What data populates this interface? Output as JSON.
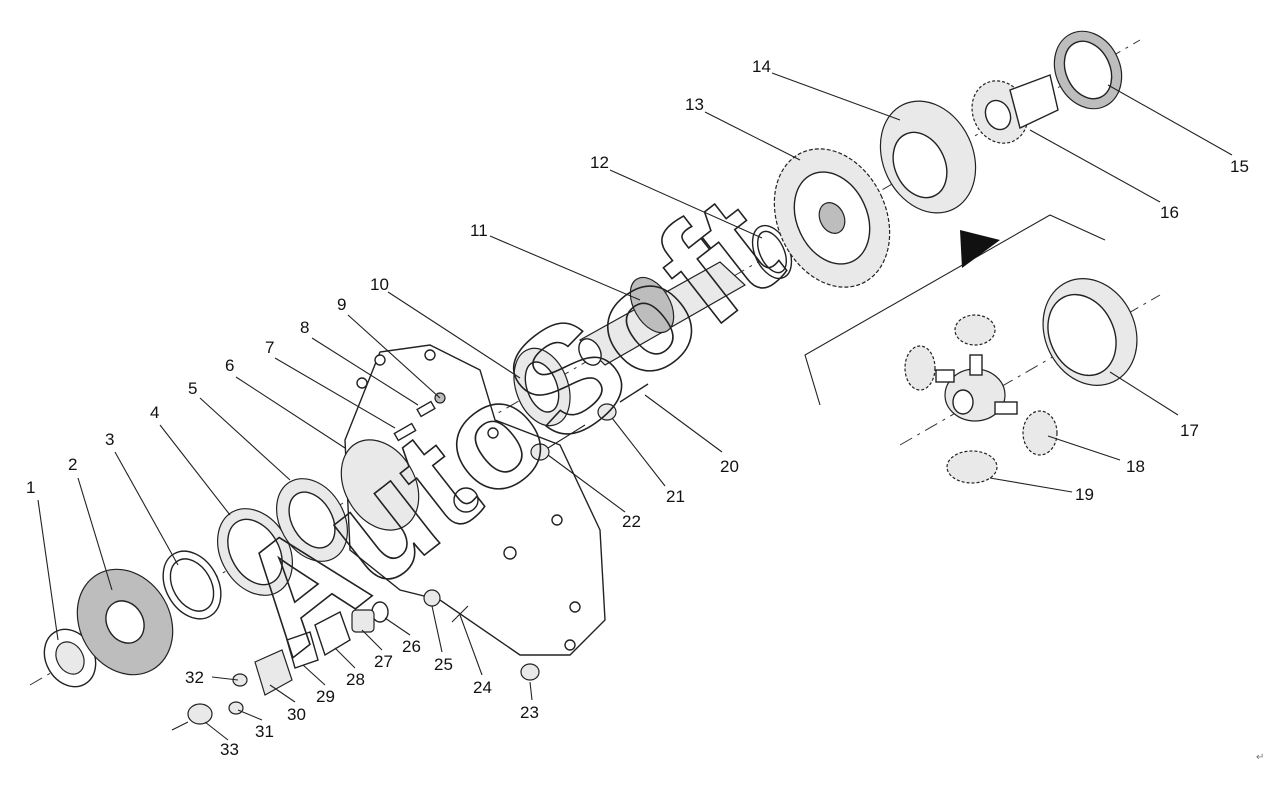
{
  "watermark": "AutoSoft",
  "corner_mark": "↵",
  "labels": [
    "1",
    "2",
    "3",
    "4",
    "5",
    "6",
    "7",
    "8",
    "9",
    "10",
    "11",
    "12",
    "13",
    "14",
    "15",
    "16",
    "17",
    "18",
    "19",
    "20",
    "21",
    "22",
    "23",
    "24",
    "25",
    "26",
    "27",
    "28",
    "29",
    "30",
    "31",
    "32",
    "33"
  ]
}
